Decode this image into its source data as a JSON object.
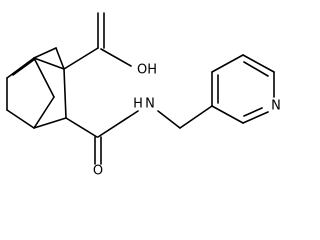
{
  "molecule": {
    "atoms": {
      "oh": "OH",
      "carbonyl_o": "O",
      "amide_nh": "H",
      "amide_n": "N",
      "pyridine_n": "N"
    }
  }
}
